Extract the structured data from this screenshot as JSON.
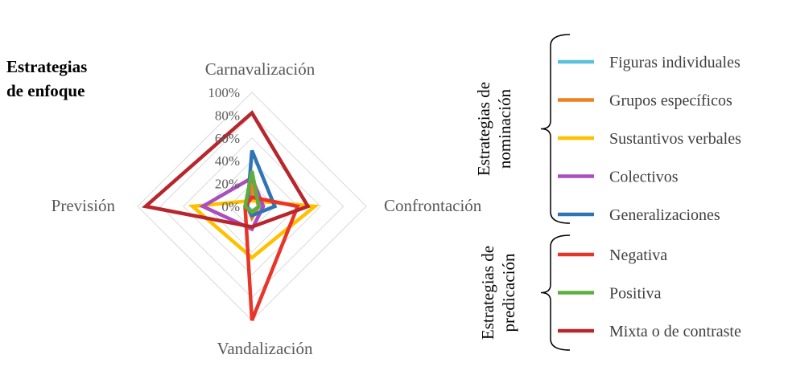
{
  "side_title": {
    "line1": "Estrategias",
    "line2": "de enfoque"
  },
  "chart_data": {
    "type": "radar",
    "axes": [
      "Carnavalización",
      "Confrontación",
      "Vandalización",
      "Previsión"
    ],
    "tick_labels": [
      "0%",
      "20%",
      "40%",
      "60%",
      "80%",
      "100%"
    ],
    "rlim": [
      0,
      100
    ],
    "grid": true,
    "legend_position": "right",
    "series": [
      {
        "name": "Figuras individuales",
        "color": "#5bc0de",
        "values": [
          10,
          8,
          4,
          5
        ]
      },
      {
        "name": "Grupos específicos",
        "color": "#f07f1e",
        "values": [
          18,
          6,
          10,
          4
        ]
      },
      {
        "name": "Sustantivos verbales",
        "color": "#ffc000",
        "values": [
          5,
          55,
          45,
          52
        ]
      },
      {
        "name": "Colectivos",
        "color": "#a94dbf",
        "values": [
          25,
          10,
          20,
          43
        ]
      },
      {
        "name": "Generalizaciones",
        "color": "#2e75b6",
        "values": [
          49,
          20,
          8,
          4
        ]
      },
      {
        "name": "Negativa",
        "color": "#e8352a",
        "values": [
          8,
          40,
          100,
          6
        ]
      },
      {
        "name": "Positiva",
        "color": "#5dae3d",
        "values": [
          31,
          6,
          5,
          6
        ]
      },
      {
        "name": "Mixta o de contraste",
        "color": "#b8262d",
        "values": [
          82,
          49,
          18,
          93
        ]
      }
    ]
  },
  "legend": {
    "groups": [
      {
        "label_line1": "Estrategias de",
        "label_line2": "nominación",
        "items": [
          "Figuras individuales",
          "Grupos específicos",
          "Sustantivos verbales",
          "Colectivos",
          "Generalizaciones"
        ]
      },
      {
        "label_line1": "Estrategias de",
        "label_line2": "predicación",
        "items": [
          "Negativa",
          "Positiva",
          "Mixta o de contraste"
        ]
      }
    ]
  }
}
